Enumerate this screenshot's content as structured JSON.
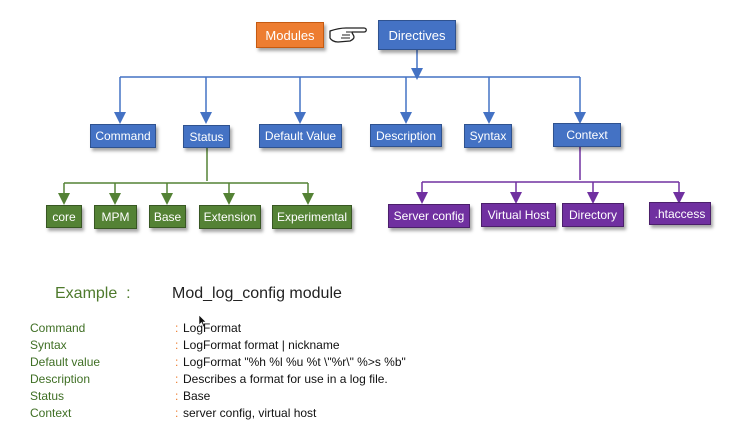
{
  "top": {
    "modules": "Modules",
    "directives": "Directives"
  },
  "directive_nodes": [
    "Command",
    "Status",
    "Default Value",
    "Description",
    "Syntax",
    "Context"
  ],
  "status_nodes": [
    "core",
    "MPM",
    "Base",
    "Extension",
    "Experimental"
  ],
  "context_nodes": [
    "Server config",
    "Virtual Host",
    "Directory",
    ".htaccess"
  ],
  "colors": {
    "blue": "#4472c4",
    "orange": "#ed7d31",
    "green": "#548235",
    "purple": "#7030a0"
  },
  "icons": {
    "pointer": "pointing-hand-icon",
    "cursor": "mouse-cursor-icon"
  },
  "example": {
    "label": "Example",
    "colon": ":",
    "title": "Mod_log_config module",
    "rows": [
      {
        "key": "Command",
        "value": "LogFormat"
      },
      {
        "key": "Syntax",
        "value": "LogFormat format | nickname"
      },
      {
        "key": "Default value",
        "value": "LogFormat \"%h %l %u %t \\\"%r\\\" %>s %b\""
      },
      {
        "key": "Description",
        "value": "Describes a format for use in a log file."
      },
      {
        "key": "Status",
        "value": "Base"
      },
      {
        "key": "Context",
        "value": "server config, virtual host"
      }
    ]
  }
}
